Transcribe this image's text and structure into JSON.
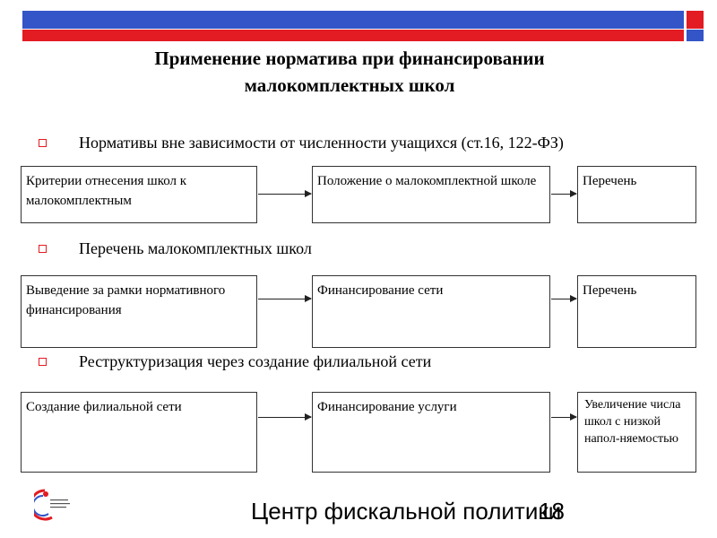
{
  "title": {
    "line1": "Применение  норматива  при финансировании",
    "line2": "малокомплектных школ"
  },
  "sections": [
    {
      "bullet": "Нормативы вне зависимости от численности учащихся (ст.16, 122-ФЗ)",
      "boxes": [
        "Критерии отнесения школ к малокомплектным",
        "Положение о малокомплектной школе",
        "Перечень"
      ]
    },
    {
      "bullet": "Перечень малокомплектных школ",
      "boxes": [
        "Выведение за рамки нормативного финансирования",
        "Финансирование сети",
        "Перечень"
      ]
    },
    {
      "bullet": "Реструктуризация через создание филиальной сети",
      "boxes": [
        "Создание филиальной сети",
        "Финансирование услуги",
        "Увеличение числа школ с низкой напол-няемостью"
      ]
    }
  ],
  "footer": {
    "text": "Центр фискальной политики",
    "page": "18",
    "logo_text": "ЦЕНТР ФИСКАЛЬНОЙ ПОЛИТИКИ"
  },
  "colors": {
    "blue": "#3355c8",
    "red": "#e31b23"
  }
}
